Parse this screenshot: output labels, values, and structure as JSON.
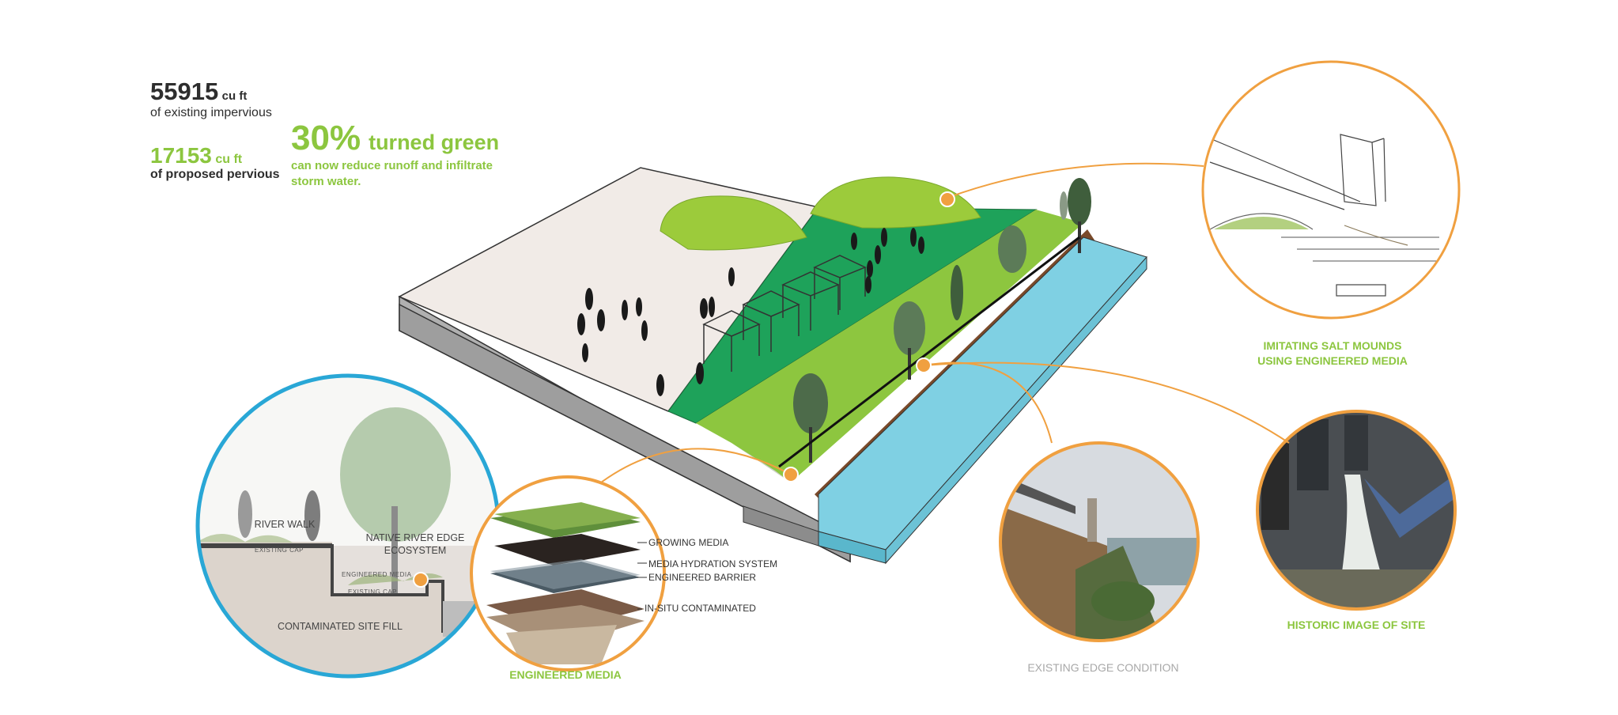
{
  "stats": {
    "impervious_value": "55915",
    "impervious_unit": "cu ft",
    "impervious_label": "of existing impervious",
    "pervious_value": "17153",
    "pervious_unit": "cu ft",
    "pervious_label": "of proposed pervious",
    "percent_value": "30%",
    "percent_headline": "turned green",
    "percent_description": "can now reduce runoff and infiltrate storm water."
  },
  "captions": {
    "salt_mounds": "IMITATING SALT MOUNDS\nUSING ENGINEERED MEDIA",
    "historic": "HISTORIC IMAGE OF SITE",
    "existing_edge": "EXISTING EDGE CONDITION",
    "engineered_media": "ENGINEERED MEDIA"
  },
  "section": {
    "river_walk": "RIVER WALK",
    "native_edge": "NATIVE RIVER EDGE\nECOSYSTEM",
    "existing_cap_1": "EXISTING CAP",
    "engineered_media_small": "ENGINEERED MEDIA",
    "existing_cap_2": "EXISTING CAP",
    "contaminated_fill": "CONTAMINATED SITE FILL"
  },
  "layers": {
    "growing_media": "GROWING MEDIA",
    "hydration": "MEDIA HYDRATION SYSTEM",
    "barrier": "ENGINEERED BARRIER",
    "in_situ": "IN-SITU CONTAMINATED"
  },
  "colors": {
    "accent_green": "#8cc63f",
    "leader_orange": "#f0a040",
    "circle_blue": "#29a7d6",
    "water_blue": "#7fd0e3",
    "track_green": "#1ea25a"
  }
}
